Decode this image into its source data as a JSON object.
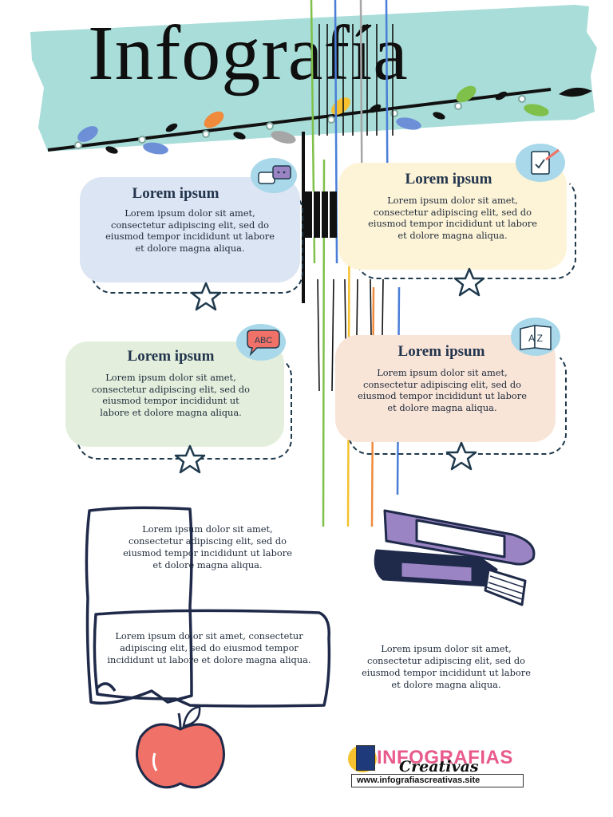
{
  "header": {
    "title": "Infografía"
  },
  "cards": [
    {
      "title": "Lorem ipsum",
      "body": "Lorem ipsum dolor sit amet, consectetur adipiscing elit, sed do eiusmod tempor incididunt ut labore et dolore magna aliqua.",
      "color": "#dce5f3",
      "icon": "chat-bubbles-icon"
    },
    {
      "title": "Lorem ipsum",
      "body": "Lorem ipsum dolor sit amet, consectetur adipiscing elit, sed do eiusmod tempor incididunt ut labore et dolore magna aliqua.",
      "color": "#fdf3d6",
      "icon": "checklist-pencil-icon"
    },
    {
      "title": "Lorem ipsum",
      "body": "Lorem ipsum dolor sit amet, consectetur adipiscing elit, sed do eiusmod tempor incididunt ut labore et dolore magna aliqua.",
      "color": "#e3efdc",
      "icon": "abc-speech-icon",
      "icon_label": "ABC"
    },
    {
      "title": "Lorem ipsum",
      "body": "Lorem ipsum dolor sit amet, consectetur adipiscing elit, sed do eiusmod tempor incididunt ut labore et dolore magna aliqua.",
      "color": "#f9e4d8",
      "icon": "dictionary-book-icon",
      "icon_label": "A Z"
    }
  ],
  "free_texts": [
    "Lorem ipsum dolor sit amet, consectetur adipiscing elit, sed do eiusmod tempor incididunt ut labore et dolore magna aliqua.",
    "Lorem ipsum dolor sit amet, consectetur adipiscing elit, sed do eiusmod tempor incididunt ut labore et dolore magna aliqua.",
    "Lorem ipsum dolor sit amet, consectetur adipiscing elit, sed do eiusmod tempor incididunt ut labore et dolore magna aliqua."
  ],
  "logo": {
    "line1": "INFOGRAFIAS",
    "line2": "Creativas",
    "url": "www.infografiascreativas.site"
  },
  "colors": {
    "banner": "#a9ddd9",
    "navy": "#1f3a4d",
    "book_purple": "#9b84c4",
    "apple": "#f07167"
  }
}
